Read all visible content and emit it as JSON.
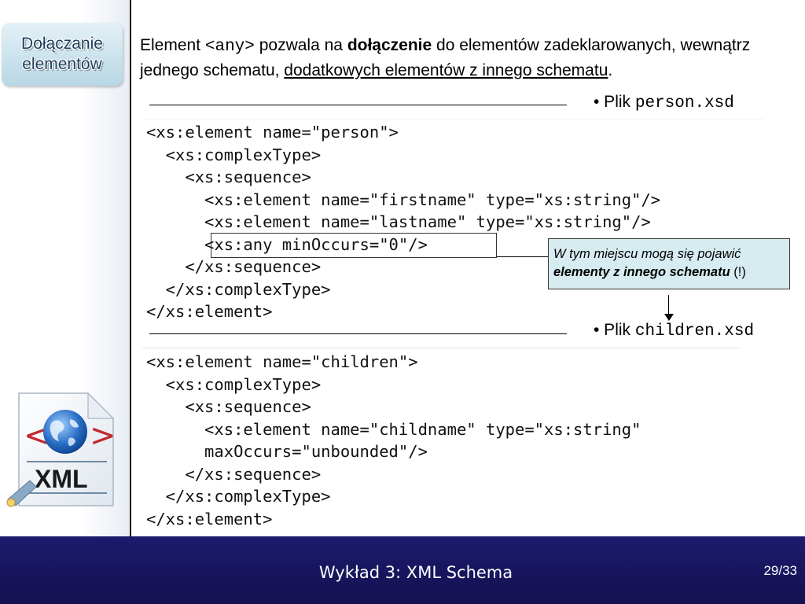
{
  "slide": {
    "title": "Dołączanie\nelementów",
    "intro": {
      "p1": "Element ",
      "any_tag": "<any>",
      "p2": " pozwala na ",
      "bold": "dołączenie",
      "p3": " do elementów zadeklarowanych, wewnątrz jednego schematu, ",
      "underlined": "dodatkowych elementów z innego schematu",
      "p4": "."
    },
    "file1": {
      "prefix": "• Plik ",
      "name": "person.xsd"
    },
    "code1": [
      "<xs:element name=\"person\">",
      "  <xs:complexType>",
      "    <xs:sequence>",
      "      <xs:element name=\"firstname\" type=\"xs:string\"/>",
      "      <xs:element name=\"lastname\" type=\"xs:string\"/>",
      "      <xs:any minOccurs=\"0\"/>",
      "    </xs:sequence>",
      "  </xs:complexType>",
      "</xs:element>"
    ],
    "callout": {
      "line1": "W tym miejscu mogą się pojawić",
      "line2_bold": "elementy z innego schematu",
      "line2_rest": " (!)"
    },
    "file2": {
      "prefix": "• Plik ",
      "name": "children.xsd"
    },
    "code2": [
      "<xs:element name=\"children\">",
      "  <xs:complexType>",
      "    <xs:sequence>",
      "      <xs:element name=\"childname\" type=\"xs:string\"",
      "      maxOccurs=\"unbounded\"/>",
      "    </xs:sequence>",
      "  </xs:complexType>",
      "</xs:element>"
    ],
    "logo": {
      "text": "XML",
      "icon": "xml-globe-document-icon"
    }
  },
  "footer": {
    "title": "Wykład 3: XML Schema",
    "page": "29/33"
  },
  "colors": {
    "footer_bg": "#1d1a6e",
    "title_box_top": "#e4f1f7",
    "title_box_bottom": "#b8d7e5",
    "callout_bg": "#d7ecf1"
  }
}
